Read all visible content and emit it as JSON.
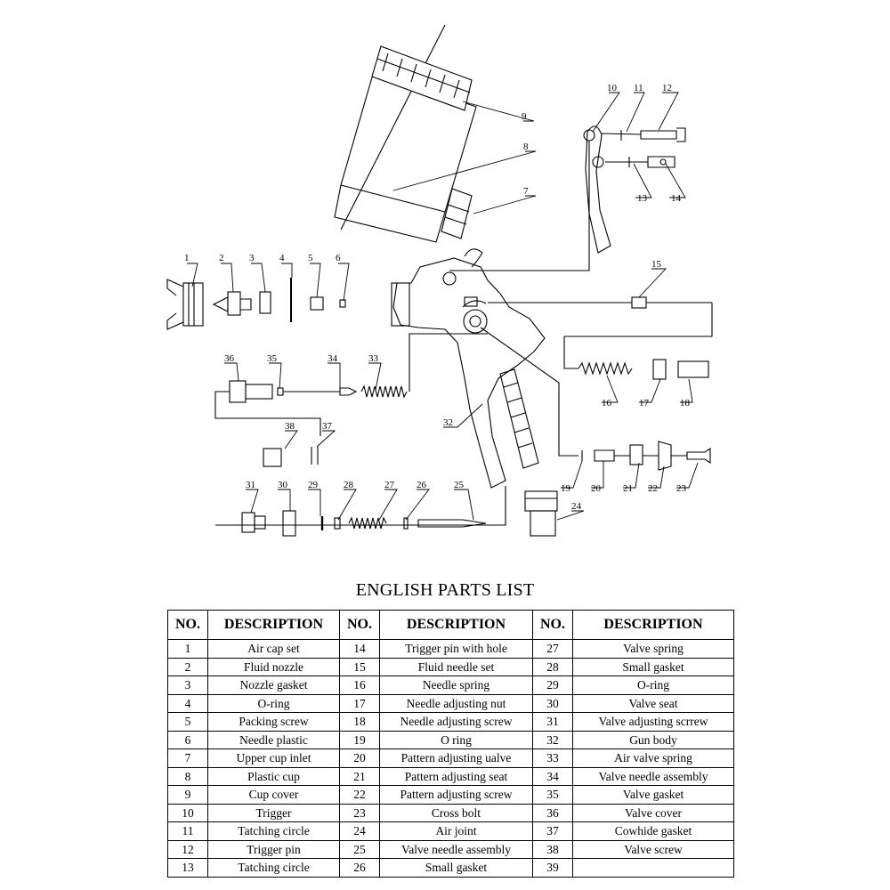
{
  "diagram": {
    "callouts": [
      "1",
      "2",
      "3",
      "4",
      "5",
      "6",
      "7",
      "8",
      "9",
      "10",
      "11",
      "12",
      "13",
      "14",
      "15",
      "16",
      "17",
      "18",
      "19",
      "20",
      "21",
      "22",
      "23",
      "24",
      "25",
      "26",
      "27",
      "28",
      "29",
      "30",
      "31",
      "32",
      "33",
      "34",
      "35",
      "36",
      "37",
      "38"
    ]
  },
  "parts_list": {
    "title": "ENGLISH PARTS LIST",
    "headers": [
      "NO.",
      "DESCRIPTION",
      "NO.",
      "DESCRIPTION",
      "NO.",
      "DESCRIPTION"
    ],
    "rows": [
      [
        "1",
        "Air cap set",
        "14",
        "Trigger pin with hole",
        "27",
        "Valve spring"
      ],
      [
        "2",
        "Fluid nozzle",
        "15",
        "Fluid needle set",
        "28",
        "Small gasket"
      ],
      [
        "3",
        "Nozzle gasket",
        "16",
        "Needle spring",
        "29",
        "O-ring"
      ],
      [
        "4",
        "O-ring",
        "17",
        "Needle adjusting nut",
        "30",
        "Valve seat"
      ],
      [
        "5",
        "Packing screw",
        "18",
        "Needle adjusting screw",
        "31",
        "Valve adjusting scrrew"
      ],
      [
        "6",
        "Needle plastic",
        "19",
        "O ring",
        "32",
        "Gun body"
      ],
      [
        "7",
        "Upper cup inlet",
        "20",
        "Pattern adjusting ualve",
        "33",
        "Air valve spring"
      ],
      [
        "8",
        "Plastic cup",
        "21",
        "Pattern adjusting seat",
        "34",
        "Valve needle assembly"
      ],
      [
        "9",
        "Cup cover",
        "22",
        "Pattern adjusting screw",
        "35",
        "Valve gasket"
      ],
      [
        "10",
        "Trigger",
        "23",
        "Cross bolt",
        "36",
        "Valve cover"
      ],
      [
        "11",
        "Tatching circle",
        "24",
        "Air joint",
        "37",
        "Cowhide gasket"
      ],
      [
        "12",
        "Trigger pin",
        "25",
        "Valve needle assembly",
        "38",
        "Valve screw"
      ],
      [
        "13",
        "Tatching circle",
        "26",
        "Small gasket",
        "39",
        ""
      ]
    ]
  }
}
